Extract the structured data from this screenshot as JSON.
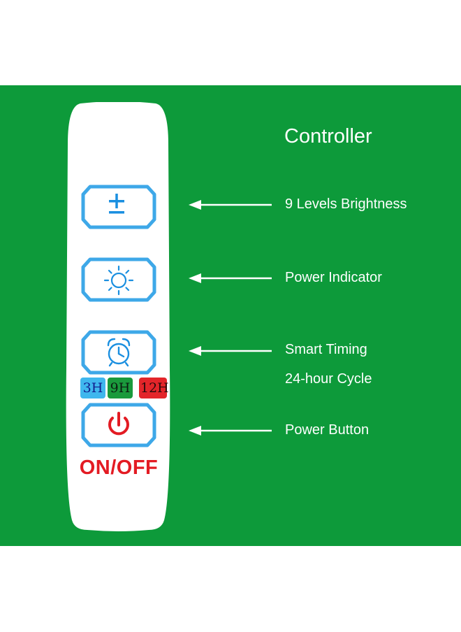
{
  "title": "Controller",
  "labels": {
    "brightness": "9 Levels Brightness",
    "indicator": "Power Indicator",
    "timing": "Smart Timing",
    "cycle": "24-hour Cycle",
    "power": "Power Button"
  },
  "timer_options": [
    "3H",
    "9H",
    "12H"
  ],
  "onoff_label": "ON/OFF",
  "icons": {
    "brightness": "plus-minus-icon",
    "indicator": "sun-icon",
    "timing": "alarm-clock-icon",
    "power": "power-icon"
  },
  "colors": {
    "background": "#0d9a3a",
    "remote": "#ffffff",
    "button_outline": "#3ea8e8",
    "icon_blue": "#1a8fe0",
    "power_red": "#e31b23",
    "badge_3h": "#3fb7ee",
    "badge_9h": "#1a9a3c",
    "badge_12h": "#e3252a"
  }
}
